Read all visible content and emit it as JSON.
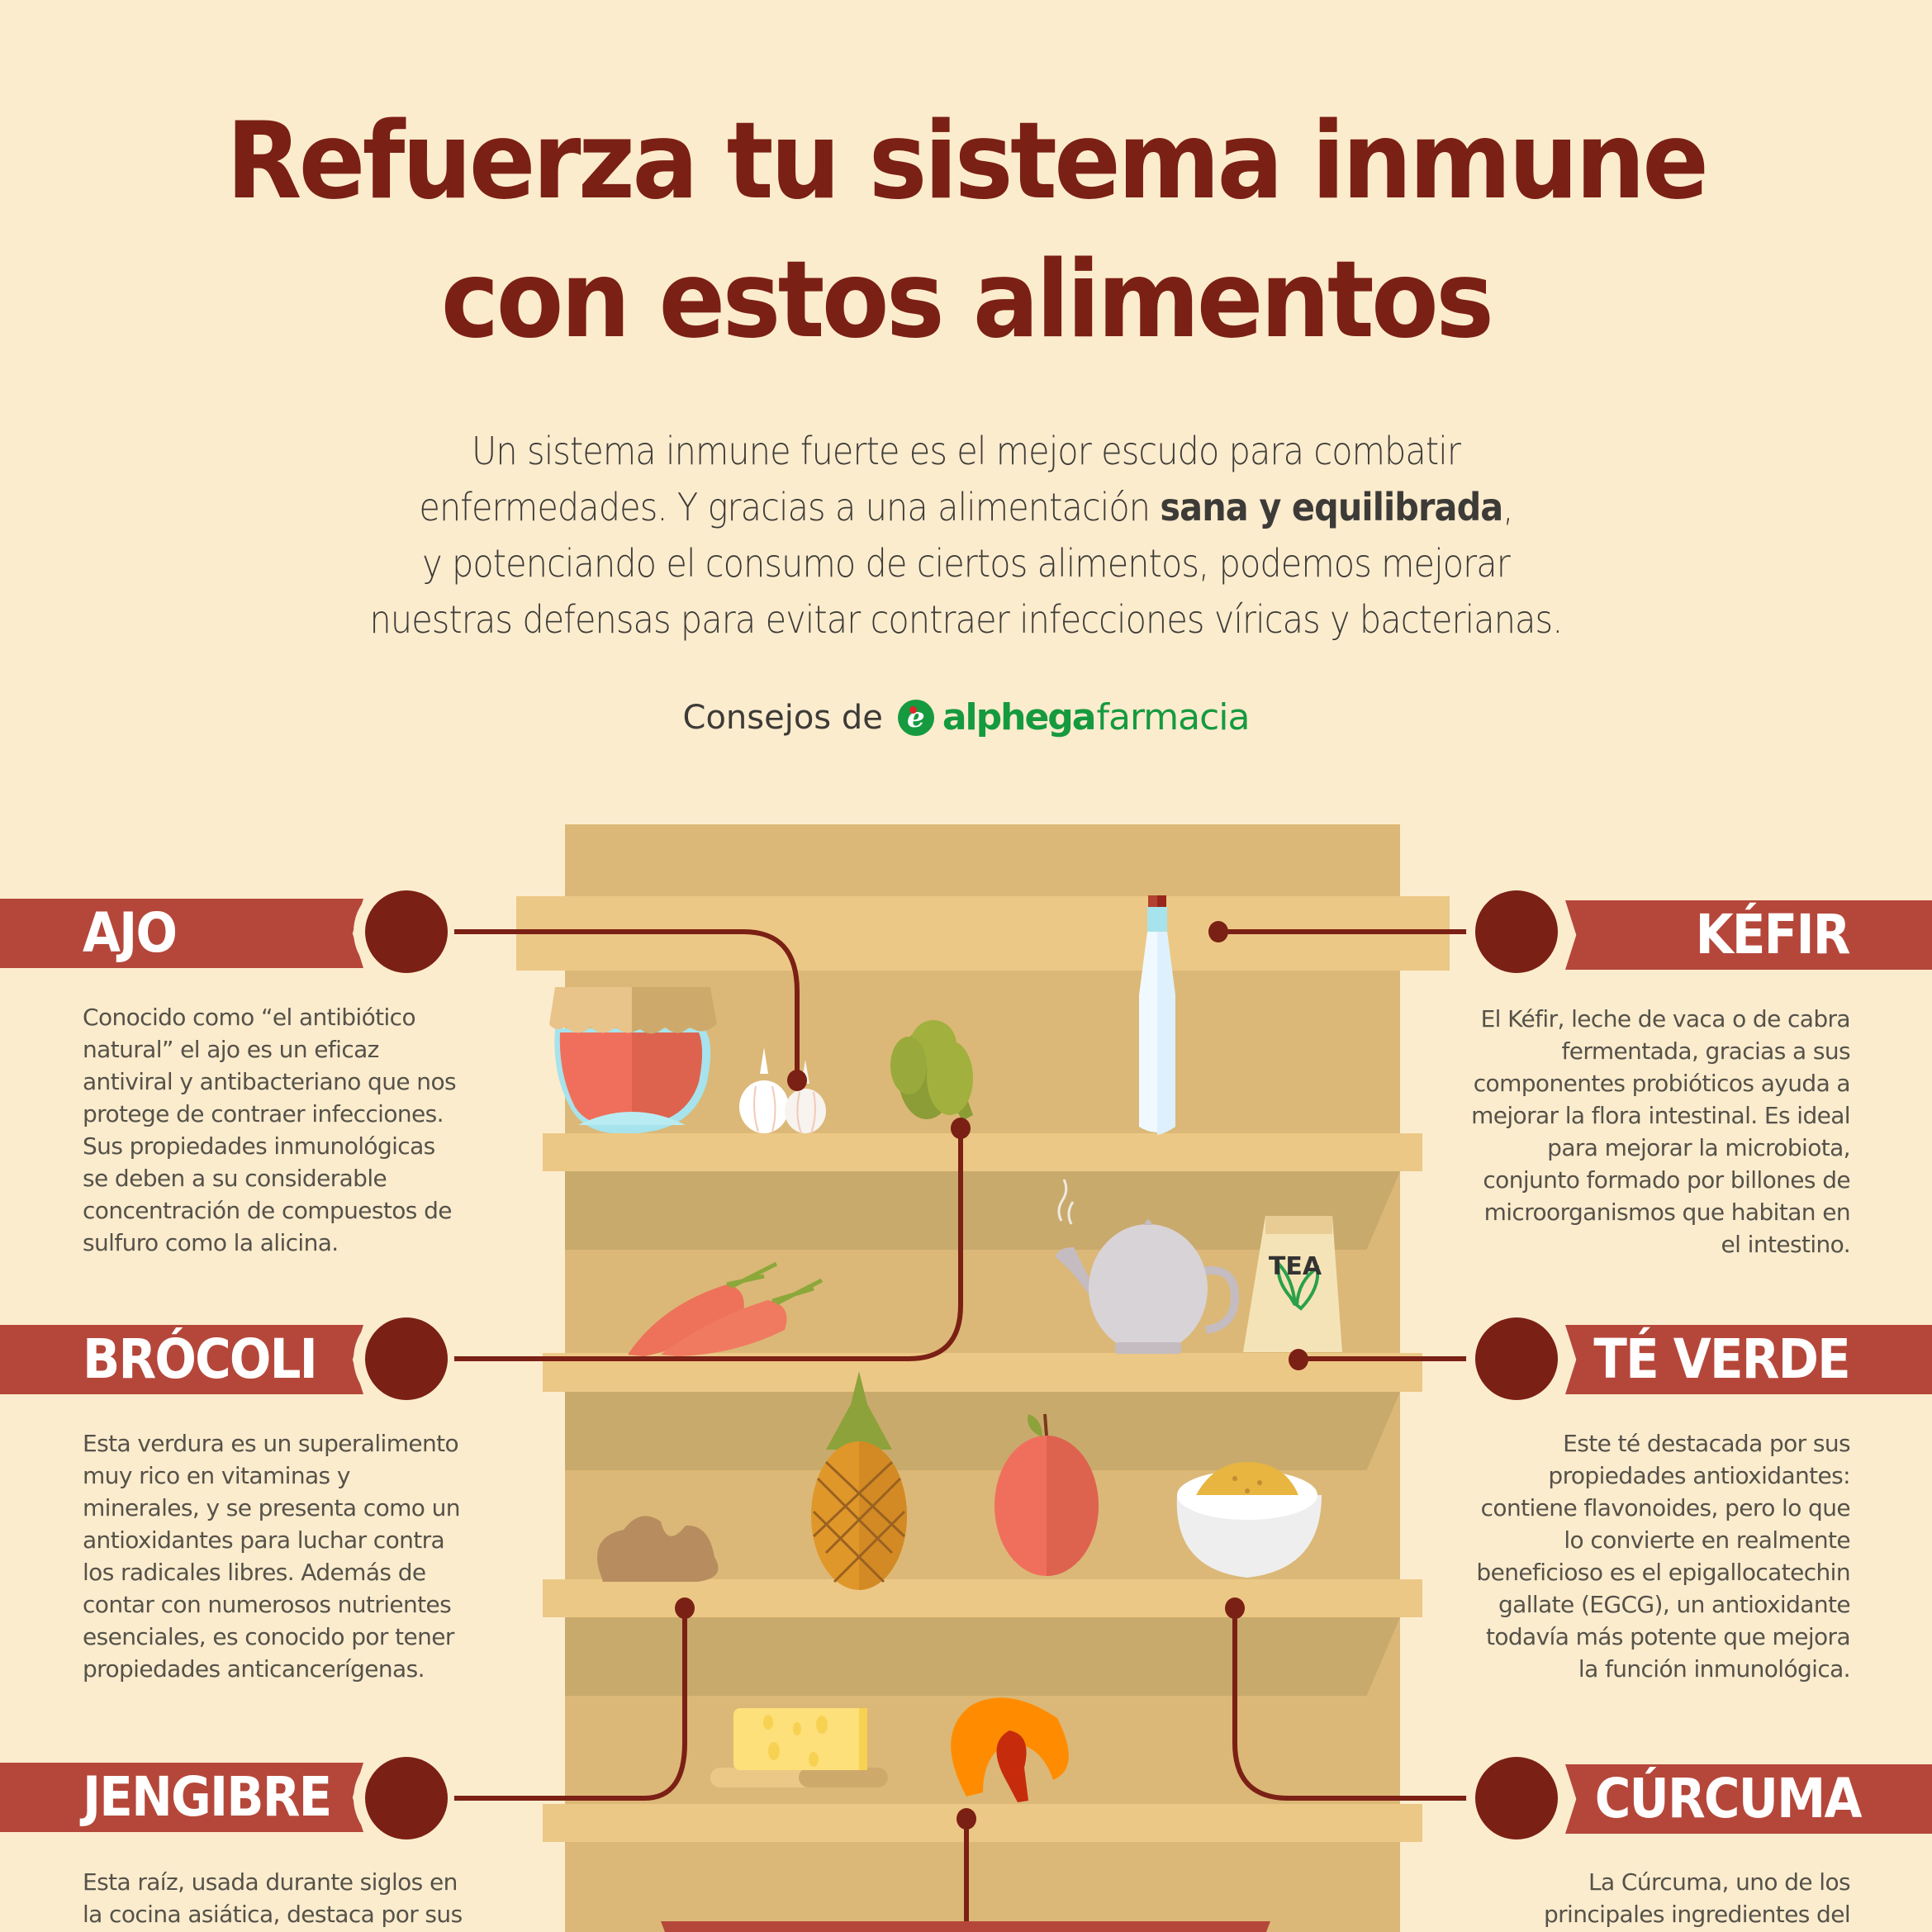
{
  "title": {
    "line1": "Refuerza tu sistema inmune",
    "line2": "con estos alimentos"
  },
  "intro": {
    "line1": "Un sistema inmune fuerte es el mejor escudo para combatir",
    "line2_pre": "enfermedades. Y gracias a una alimentación ",
    "line2_bold": "sana y equilibrada",
    "line2_post": ",",
    "line3": "y potenciando el consumo de ciertos alimentos, podemos mejorar",
    "line4": "nuestras defensas para evitar contraer infecciones víricas y bacterianas."
  },
  "credit": {
    "prefix": "Consejos de",
    "brand_bold": "alphega",
    "brand_light": "farmacia",
    "logo_letter": "e"
  },
  "foods": {
    "ajo": {
      "label": "AJO",
      "description": "Conocido como “el antibiótico natural” el ajo es un eficaz antiviral y antibacteriano que nos protege de contraer infecciones. Sus propiedades inmunológicas se deben a su considerable concentración de compuestos de sulfuro como la alicina."
    },
    "brocoli": {
      "label": "BRÓCOLI",
      "description": "Esta verdura es un superalimento muy rico en vitaminas y minerales, y se presenta como un antioxidantes para luchar contra los radicales libres. Además de contar con numerosos nutrientes esenciales, es conocido por tener propiedades anticancerígenas."
    },
    "jengibre": {
      "label": "JENGIBRE",
      "description": "Esta raíz, usada durante siglos en la cocina asiática, destaca por sus"
    },
    "kefir": {
      "label": "KÉFIR",
      "description": "El Kéfir, leche de vaca o de cabra fermentada,  gracias a sus componentes probióticos ayuda a mejorar la flora intestinal. Es ideal para mejorar la microbiota, conjunto formado por billones de microorganismos que habitan en el intestino."
    },
    "te_verde": {
      "label": "TÉ VERDE",
      "description": "Este té destacada por sus propiedades antioxidantes: contiene flavonoides, pero lo que lo convierte en realmente beneficioso es el epigallocatechin gallate (EGCG), un antioxidante todavía más potente que mejora la función inmunológica."
    },
    "curcuma": {
      "label": "CÚRCUMA",
      "description": "La Cúrcuma, uno de los principales ingredientes del"
    }
  },
  "illustrations": {
    "tea_box_label": "TEA",
    "items": [
      "jam-jar",
      "garlic",
      "broccoli",
      "milk-bottle",
      "carrots",
      "teapot",
      "tea-box",
      "ginger",
      "pineapple",
      "apple",
      "turmeric-bowl",
      "cheese",
      "mushroom"
    ]
  },
  "colors": {
    "background": "#fcecce",
    "title": "#7b2014",
    "banner": "#b5473a",
    "connector": "#7b2014",
    "brand_green": "#169a3f"
  }
}
